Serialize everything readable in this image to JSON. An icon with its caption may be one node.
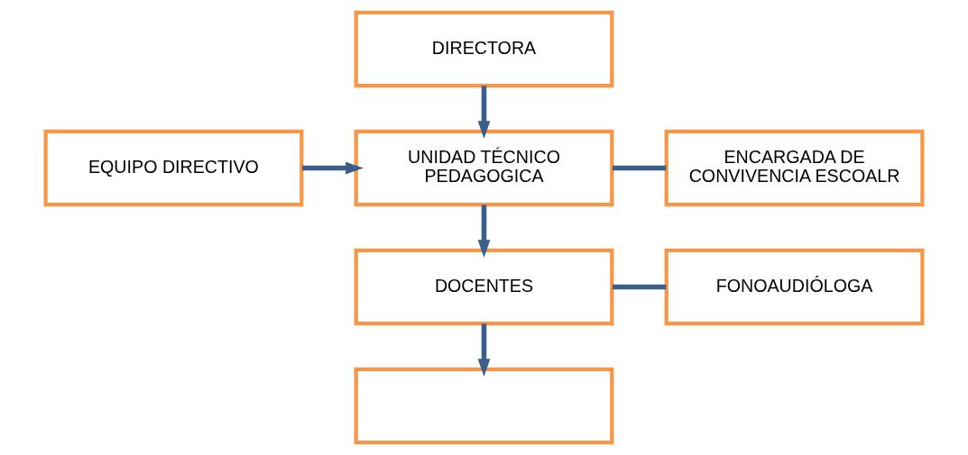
{
  "diagram": {
    "nodes": [
      {
        "text": [
          "DIRECTORA"
        ]
      },
      {
        "text": [
          "EQUIPO DIRECTIVO"
        ]
      },
      {
        "text": [
          "UNIDAD TÉCNICO PEDAGOGICA"
        ]
      },
      {
        "text": [
          "ENCARGADA DE CONVIVENCIA ESCOALR"
        ]
      },
      {
        "text": [
          "DOCENTES"
        ]
      },
      {
        "text": [
          "FONOAUDIÓLOGA"
        ]
      },
      {
        "text": [],
        "shape": "box"
      }
    ],
    "edges": [
      {
        "from": 0,
        "to": 2,
        "arrow": "to"
      },
      {
        "from": 1,
        "to": 2,
        "arrow": "to"
      },
      {
        "from": 2,
        "to": 3,
        "arrow": "none"
      },
      {
        "from": 2,
        "to": 4,
        "arrow": "to"
      },
      {
        "from": 4,
        "to": 5,
        "arrow": "none"
      },
      {
        "from": 4,
        "to": 6,
        "arrow": "to"
      }
    ]
  }
}
